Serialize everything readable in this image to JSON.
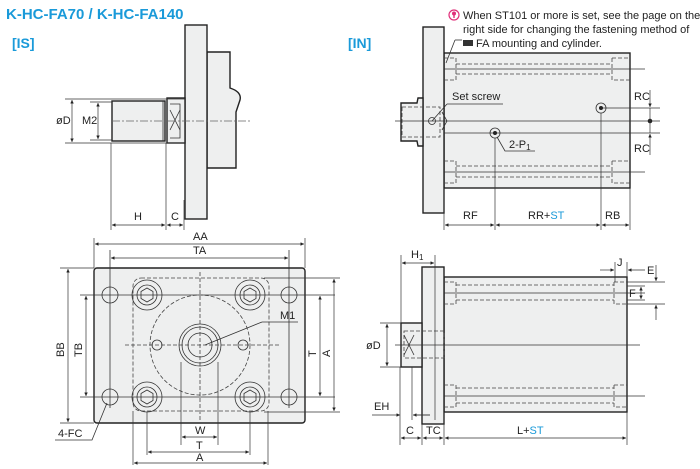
{
  "title": "K-HC-FA70 / K-HC-FA140",
  "views": {
    "is": {
      "label": "[IS]",
      "dims": {
        "od": "øD",
        "m2": "M2",
        "h": "H",
        "c": "C"
      }
    },
    "in": {
      "label": "[IN]",
      "note": {
        "icon": "caution-icon",
        "lines": [
          "When ST101 or more is set, see the page on the",
          "right side for changing the fastening method of",
          "FA mounting and cylinder."
        ],
        "ref_icon": "page-reference-icon"
      },
      "dims": {
        "set_screw": "Set screw",
        "p1": "2-P",
        "p1_sub": "1",
        "rc_top": "RC",
        "rc_bottom": "RC",
        "rf": "RF",
        "rr": "RR+",
        "st": "ST",
        "rb": "RB"
      }
    },
    "front": {
      "dims": {
        "aa": "AA",
        "ta": "TA",
        "bb": "BB",
        "tb": "TB",
        "m1": "M1",
        "t_right": "T",
        "a_right": "A",
        "fc": "4-FC",
        "w": "W",
        "t_bottom": "T",
        "a_bottom": "A"
      }
    },
    "side": {
      "dims": {
        "h1": "H",
        "h1_sub": "1",
        "j": "J",
        "e": "E",
        "f": "F",
        "od": "øD",
        "eh": "EH",
        "c": "C",
        "tc": "TC",
        "l": "L+",
        "st": "ST"
      }
    }
  },
  "colors": {
    "accent": "#1a9ad9",
    "body_fill": "#eeefef",
    "caution": "#e0307a"
  }
}
